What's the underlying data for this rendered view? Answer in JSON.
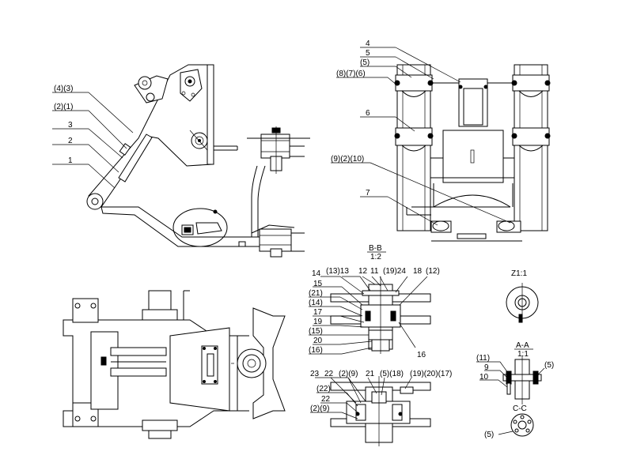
{
  "labels": {
    "v1": [
      "(4)(3)",
      "(2)(1)",
      "3",
      "2",
      "1"
    ],
    "v2": [
      "4",
      "5",
      "(5)",
      "(8)(7)(6)",
      "6",
      "(9)(2)(10)",
      "7"
    ],
    "bb": [
      "B-B",
      "1:2"
    ],
    "v4_top": [
      "14",
      "(13)13",
      "12",
      "11",
      "(19)24",
      "18",
      "(12)"
    ],
    "v4_left": [
      "15",
      "(21)",
      "(14)",
      "17",
      "19",
      "(15)",
      "20",
      "(16)"
    ],
    "v4_right": "16",
    "v5_top": [
      "23",
      "22",
      "(2)(9)",
      "21",
      "(5)(18)",
      "(19)(20)(17)"
    ],
    "v5_left": [
      "(22)",
      "22",
      "(2)(9)"
    ],
    "z1": "Z1:1",
    "aa": [
      "A-A",
      "1:1"
    ],
    "aa_left": [
      "(11)",
      "9",
      "10"
    ],
    "aa_right": "(5)",
    "cc": "C-C",
    "cc_left": "(5)"
  }
}
